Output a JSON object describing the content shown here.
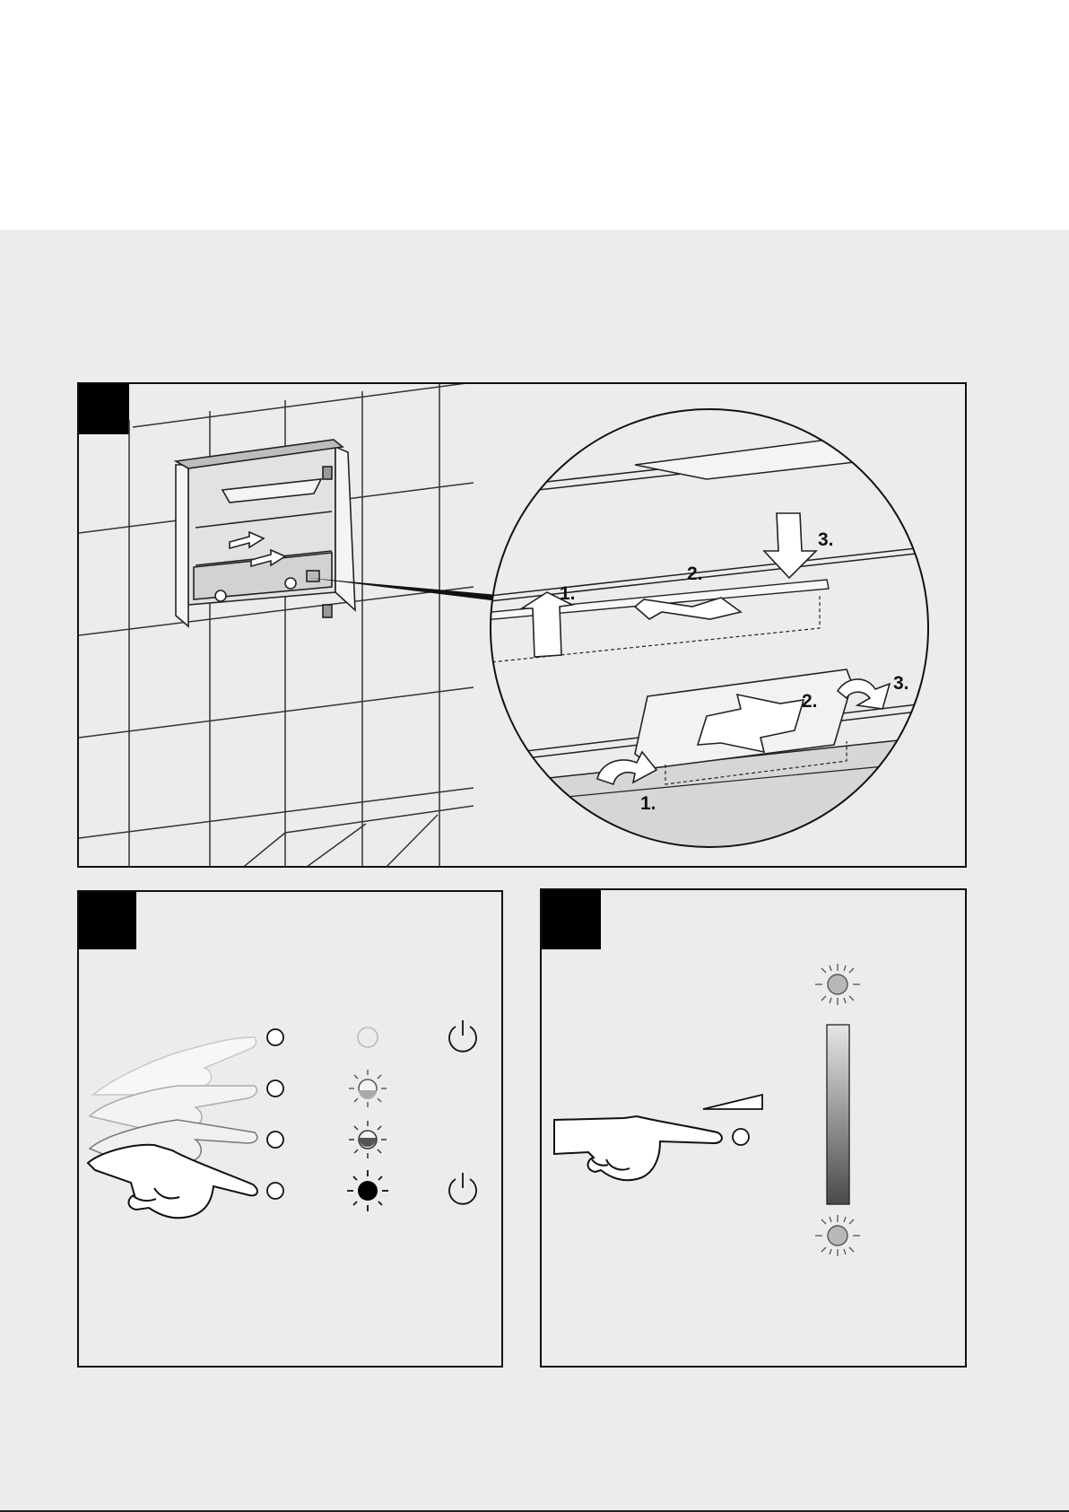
{
  "page": {
    "background": "#ffffff",
    "panel_background": "#ececec",
    "line_color": "#111111"
  },
  "panel_a": {
    "badge_color": "#000000",
    "zoom_steps": {
      "upper_1": "1.",
      "upper_2": "2.",
      "upper_3": "3.",
      "lower_1": "1.",
      "lower_2": "2.",
      "lower_3": "3."
    }
  },
  "panel_b": {
    "badge_color": "#000000",
    "rows": [
      {
        "lamp": "off",
        "power_icon": true
      },
      {
        "lamp": "low",
        "power_icon": false
      },
      {
        "lamp": "medium",
        "power_icon": false
      },
      {
        "lamp": "full",
        "power_icon": true
      }
    ],
    "icons": [
      "hand-icon",
      "touch-button-icon",
      "lamp-icon",
      "power-icon"
    ]
  },
  "panel_c": {
    "badge_color": "#000000",
    "icons": [
      "hand-icon",
      "touch-button-icon",
      "dimmer-wedge-icon",
      "lamp-icon",
      "brightness-bar"
    ]
  }
}
